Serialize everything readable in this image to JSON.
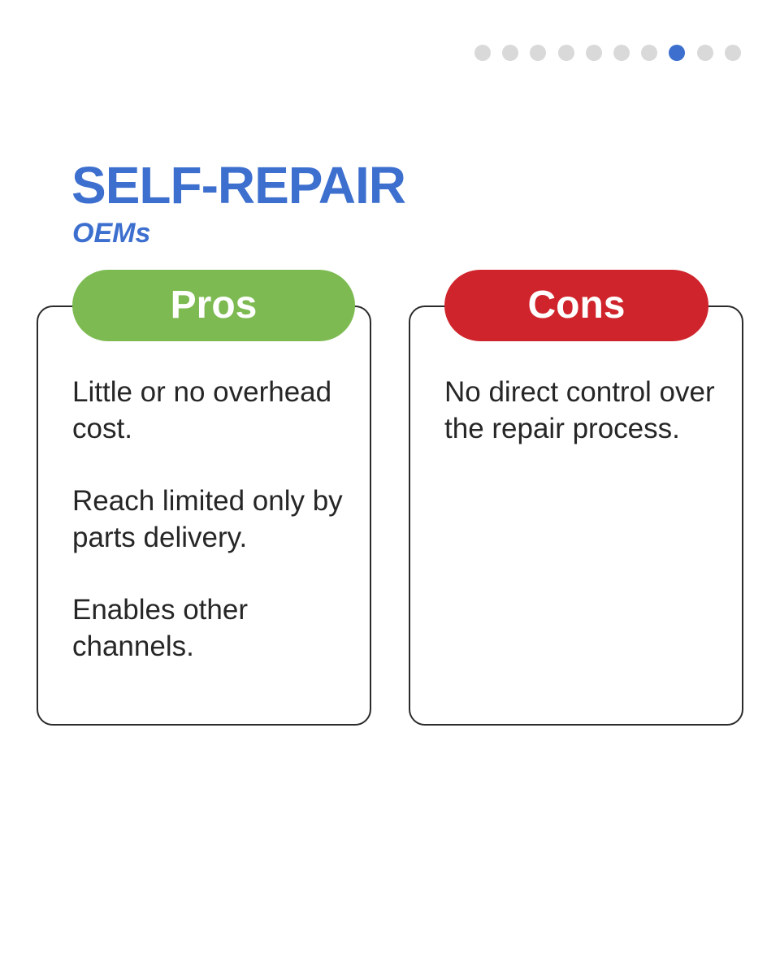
{
  "pagination": {
    "total": 10,
    "active_index": 7,
    "colors": {
      "active": "#3d6fcf",
      "inactive": "#d9d9d9"
    }
  },
  "heading": {
    "title": "SELF-REPAIR",
    "subtitle": "OEMs"
  },
  "pros": {
    "label": "Pros",
    "color": "#7dbb52",
    "items": [
      "Little or no overhead cost.",
      "Reach limited only by parts delivery.",
      "Enables other channels."
    ]
  },
  "cons": {
    "label": "Cons",
    "color": "#cf242b",
    "items": [
      "No direct control over the repair process."
    ]
  },
  "colors": {
    "text": "#262626",
    "accent": "#3d6fcf",
    "border": "#2b2b2b"
  }
}
